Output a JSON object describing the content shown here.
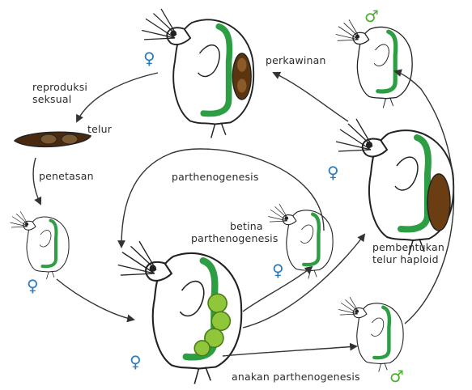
{
  "labels": {
    "reproduksi_seksual_1": "reproduksi",
    "reproduksi_seksual_2": "seksual",
    "telur": "telur",
    "penetasan": "penetasan",
    "parthenogenesis_top": "parthenogenesis",
    "betina_parthenogenesis_1": "betina",
    "betina_parthenogenesis_2": "parthenogenesis",
    "perkawinan": "perkawinan",
    "pembentukan_telur_haploid_1": "pembentukan",
    "pembentukan_telur_haploid_2": "telur haploid",
    "anakan_parthenogenesis": "anakan parthenogenesis"
  },
  "symbols": {
    "female": "♀",
    "male": "♂"
  },
  "colors": {
    "female_symbol": "#2b7bbf",
    "male_symbol": "#4caf2f",
    "gut_green": "#2e9e44",
    "egg_brown": "#5a3510",
    "parthenogenetic_egg_green": "#8fc63a",
    "outline": "#222222",
    "arrow": "#333333"
  }
}
